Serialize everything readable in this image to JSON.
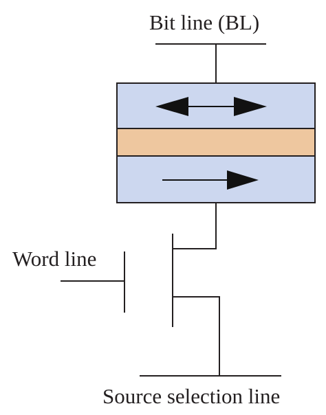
{
  "labels": {
    "bit_line": "Bit line (BL)",
    "word_line": "Word line",
    "source_selection_line": "Source selection line"
  },
  "colors": {
    "magnetic_layer": "#ccd7ef",
    "barrier_layer": "#eec79f",
    "wire": "#231f20",
    "arrow": "#111111"
  },
  "components": {
    "free_layer_magnetization": "bidirectional",
    "fixed_layer_magnetization": "right"
  }
}
